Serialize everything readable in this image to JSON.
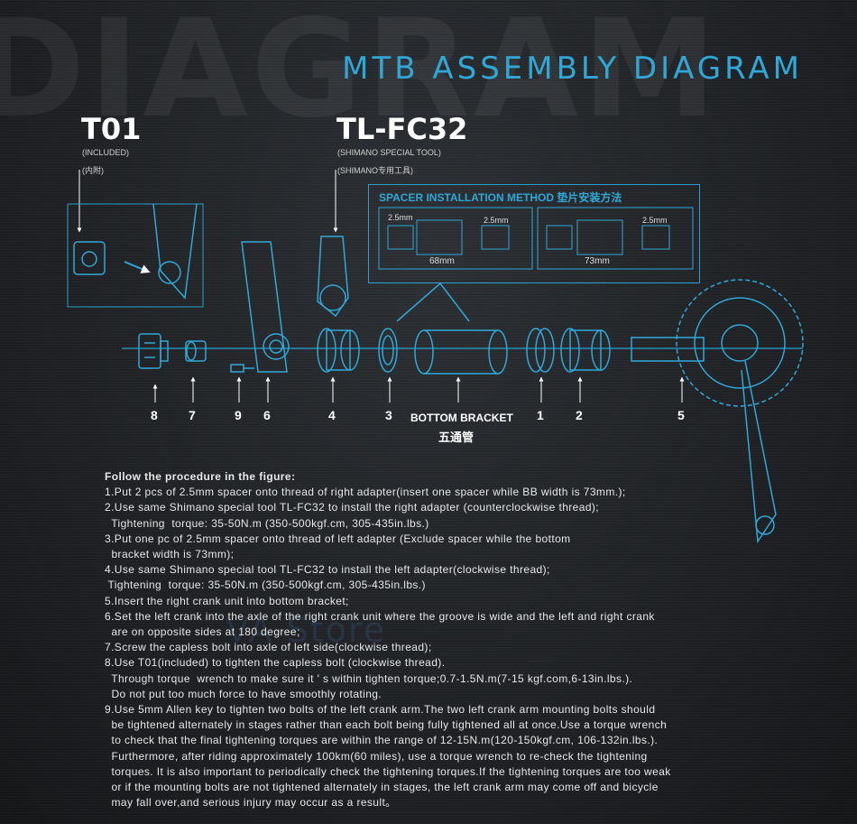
{
  "watermark": "DIAGRAM",
  "title": "MTB ASSEMBLY DIAGRAM",
  "tools": [
    {
      "name": "T01",
      "sub1": "(INCLUDED)",
      "sub2": "(内附)"
    },
    {
      "name": "TL-FC32",
      "sub1": "(SHIMANO SPECIAL TOOL)",
      "sub2": "(SHIMANO专用工具)"
    }
  ],
  "spacer": {
    "title": "SPACER INSTALLATION METHOD  垫片安装方法",
    "left": {
      "spacer_left": "2.5mm",
      "spacer_right": "2.5mm",
      "width": "68mm"
    },
    "right": {
      "spacer_right": "2.5mm",
      "width": "73mm"
    }
  },
  "parts": [
    "8",
    "7",
    "9",
    "6",
    "4",
    "3",
    "1",
    "2",
    "5"
  ],
  "bottom_bracket": {
    "label": "BOTTOM BRACKET",
    "label_cn": "五通管"
  },
  "procedure": {
    "heading": "Follow the procedure in the figure:",
    "lines": [
      "1.Put 2 pcs of 2.5mm spacer onto thread of right adapter(insert one spacer while BB width is 73mm.);",
      "2.Use same Shimano special tool TL-FC32 to install the right adapter (counterclockwise thread);",
      "  Tightening  torque: 35-50N.m (350-500kgf.cm, 305-435in.lbs.)",
      "3.Put one pc of 2.5mm spacer onto thread of left adapter (Exclude spacer while the bottom",
      "  bracket width is 73mm);",
      "4.Use same Shimano special tool TL-FC32 to install the left adapter(clockwise thread);",
      " Tightening  torque: 35-50N.m (350-500kgf.cm, 305-435in.lbs.)",
      "5.Insert the right crank unit into bottom bracket;",
      "6.Set the left crank into the axle of the right crank unit where the groove is wide and the left and right crank",
      "  are on opposite sides at 180 degree;",
      "7.Screw the capless bolt into axle of left side(clockwise thread);",
      "8.Use T01(included) to tighten the capless bolt (clockwise thread).",
      "  Through torque  wrench to make sure it ' s within tighten torque;0.7-1.5N.m(7-15 kgf.com,6-13in.lbs.).",
      "  Do not put too much force to have smoothly rotating.",
      "9.Use 5mm Allen key to tighten two bolts of the left crank arm.The two left crank arm mounting bolts should",
      "  be tightened alternately in stages rather than each bolt being fully tightened all at once.Use a torque wrench",
      "  to check that the final tightening torques are within the range of 12-15N.m(120-150kgf.cm, 106-132in.lbs.).",
      "  Furthermore, after riding approximately 100km(60 miles), use a torque wrench to re-check the tightening",
      "  torques. It is also important to periodically check the tightening torques.If the tightening torques are too weak",
      "  or if the mounting bolts are not tightened alternately in stages, the left crank arm may come off and bicycle",
      "  may fall over,and serious injury may occur as a result。"
    ]
  },
  "store_watermark": "VA Store",
  "colors": {
    "accent": "#2fa8d8",
    "background": "#1e2023",
    "text": "#e8e8e8"
  }
}
